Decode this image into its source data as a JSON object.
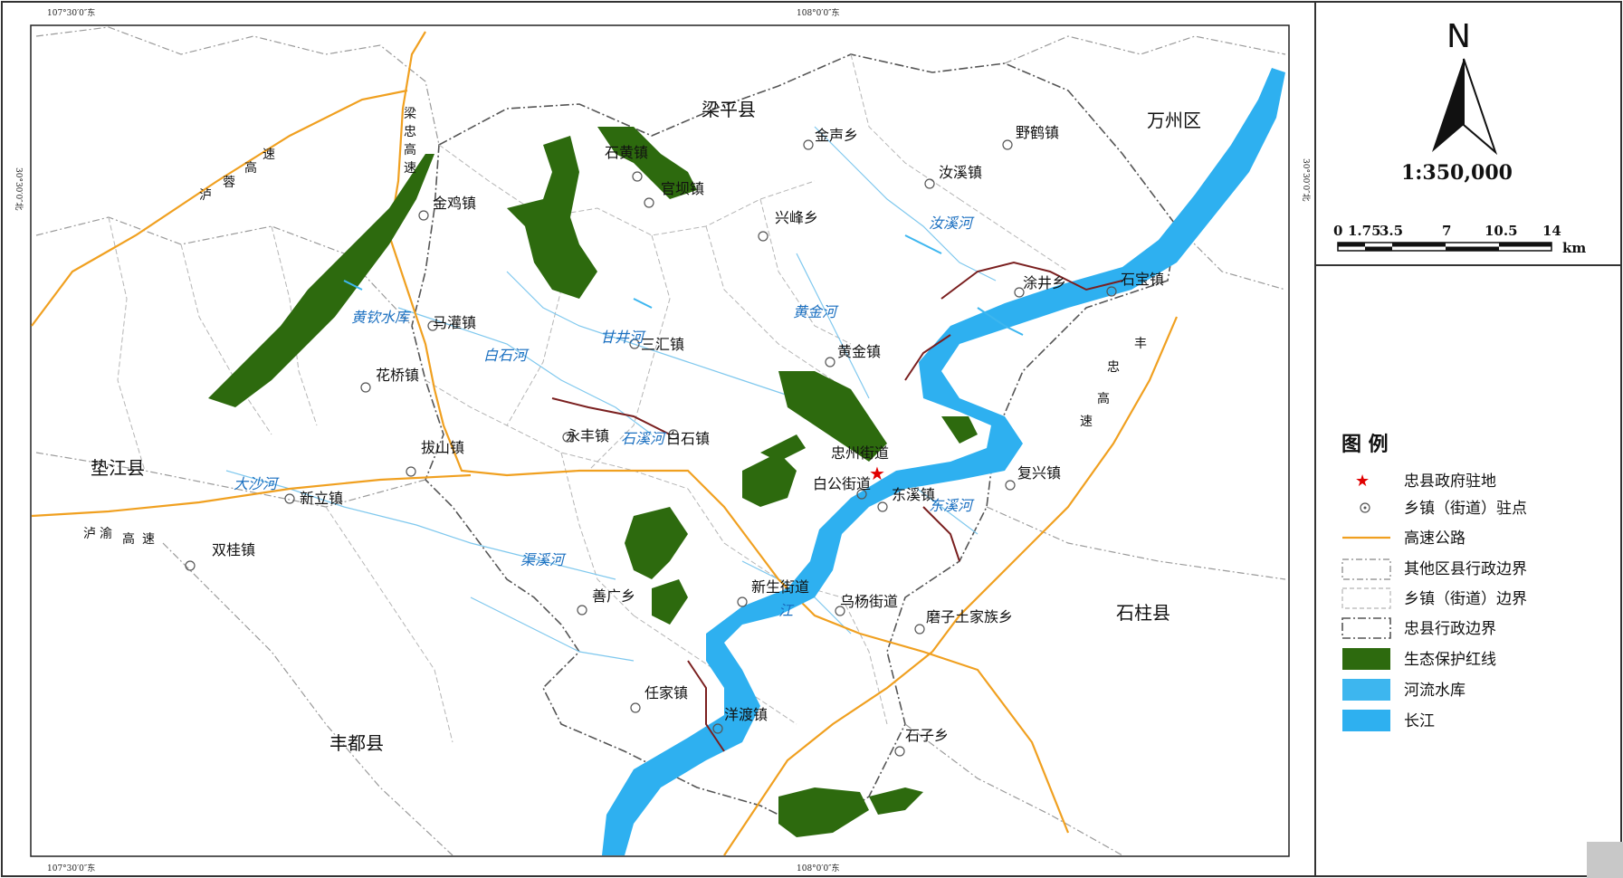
{
  "colors": {
    "redline": "#2d6a0e",
    "river": "#3db6ef",
    "yangtze": "#2eb0f0",
    "highway": "#f0a020",
    "boundary": "#9a9a9a",
    "reservoir_edge": "#7a1f1f",
    "seat": "#e00000"
  },
  "coords": {
    "top_left": "107°30′0″东",
    "top_center": "108°0′0″东",
    "bottom_left": "107°30′0″东",
    "bottom_center": "108°0′0″东",
    "left_lat": "30°30′0″北",
    "right_lat": "30°30′0″北"
  },
  "counties": {
    "liangping": "梁平县",
    "wanzhou": "万州区",
    "dianjiang": "垫江县",
    "shizhu": "石柱县",
    "fengdu": "丰都县"
  },
  "towns": {
    "shijia": "石黄镇",
    "guanba": "官坝镇",
    "jinji": "金鸡镇",
    "jinsheng": "金声乡",
    "yehe": "野鹤镇",
    "ruxi": "汝溪镇",
    "xingfeng": "兴峰乡",
    "tujing": "涂井乡",
    "shibao": "石宝镇",
    "maguan": "马灌镇",
    "sanhui": "三汇镇",
    "huangjin": "黄金镇",
    "huaqiao": "花桥镇",
    "yongfeng": "永丰镇",
    "baishi": "白石镇",
    "bashan": "拔山镇",
    "zhongzhou": "忠州街道",
    "baigong": "白公街道",
    "dongxi": "东溪镇",
    "fuxing": "复兴镇",
    "xinli": "新立镇",
    "shuanggui": "双桂镇",
    "shanguang": "善广乡",
    "xinsheng": "新生街道",
    "wuyang": "乌杨街道",
    "mozi": "磨子土家族乡",
    "renjia": "任家镇",
    "yangdu": "洋渡镇",
    "shizi": "石子乡"
  },
  "rivers": {
    "ruxi": "汝溪河",
    "huangqin": "黄钦水库",
    "baishi": "白石河",
    "ganjing": "甘井河",
    "huangjin": "黄金河",
    "shixi": "石溪河",
    "dasha": "大沙河",
    "dongxi": "东溪河",
    "quxi": "渠溪河",
    "changjiang_label": "江"
  },
  "highways": {
    "liangzhong": [
      "梁",
      "忠",
      "高",
      "速"
    ],
    "hurong": [
      "泸",
      "蓉",
      "高",
      "速"
    ],
    "luyu": [
      "泸",
      "渝",
      "高",
      "速"
    ],
    "fengzhong": [
      "丰",
      "忠",
      "高",
      "速"
    ]
  },
  "north": {
    "letter": "N",
    "scale": "1:350,000"
  },
  "scalebar": {
    "ticks": [
      "0",
      "1.75",
      "3.5",
      "7",
      "10.5",
      "14"
    ],
    "unit": "km"
  },
  "legend": {
    "title": "图  例",
    "items": [
      {
        "label": "忠县政府驻地",
        "icon": "red-star-icon"
      },
      {
        "label": "乡镇（街道）驻点",
        "icon": "town-point-icon"
      },
      {
        "label": "高速公路",
        "icon": "highway-line-icon"
      },
      {
        "label": "其他区县行政边界",
        "icon": "county-boundary-icon"
      },
      {
        "label": "乡镇（街道）边界",
        "icon": "town-boundary-icon"
      },
      {
        "label": "忠县行政边界",
        "icon": "zhongxian-boundary-icon"
      },
      {
        "label": "生态保护红线",
        "icon": "redline-swatch-icon"
      },
      {
        "label": "河流水库",
        "icon": "river-swatch-icon"
      },
      {
        "label": "长江",
        "icon": "yangtze-swatch-icon"
      }
    ]
  }
}
